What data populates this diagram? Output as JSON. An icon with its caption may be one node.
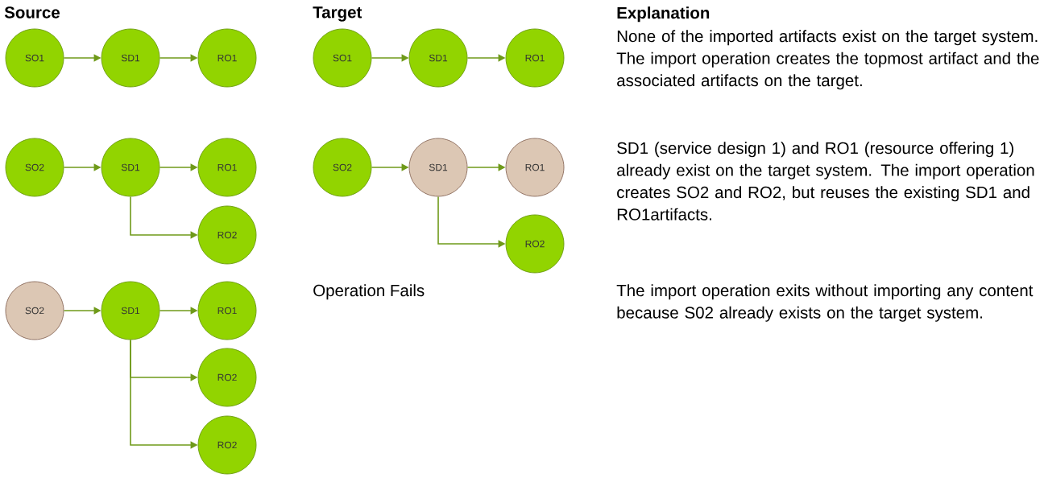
{
  "diagram": {
    "nodes": [
      {
        "text": [
          "SO1"
        ]
      },
      {
        "text": [
          "SD1"
        ]
      },
      {
        "text": [
          "RO1"
        ]
      },
      {
        "text": [
          "SO1"
        ]
      },
      {
        "text": [
          "SD1"
        ]
      },
      {
        "text": [
          "RO1"
        ]
      },
      {
        "text": [
          "SO2"
        ]
      },
      {
        "text": [
          "SD1"
        ]
      },
      {
        "text": [
          "RO1"
        ]
      },
      {
        "text": [
          "RO2"
        ]
      },
      {
        "text": [
          "SO2"
        ]
      },
      {
        "text": [
          "SD1"
        ]
      },
      {
        "text": [
          "RO1"
        ]
      },
      {
        "text": [
          "RO2"
        ]
      },
      {
        "text": [
          "SO2"
        ]
      },
      {
        "text": [
          "SD1"
        ]
      },
      {
        "text": [
          "RO1"
        ]
      },
      {
        "text": [
          "RO2"
        ]
      },
      {
        "text": [
          "RO2"
        ]
      }
    ],
    "edges": [
      {
        "from": 0,
        "to": 1,
        "arrow": "to"
      },
      {
        "from": 1,
        "to": 2,
        "arrow": "to"
      },
      {
        "from": 3,
        "to": 4,
        "arrow": "to"
      },
      {
        "from": 4,
        "to": 5,
        "arrow": "to"
      },
      {
        "from": 6,
        "to": 7,
        "arrow": "to"
      },
      {
        "from": 7,
        "to": 8,
        "arrow": "to"
      },
      {
        "from": 7,
        "to": 9,
        "arrow": "to"
      },
      {
        "from": 10,
        "to": 11,
        "arrow": "to"
      },
      {
        "from": 11,
        "to": 12,
        "arrow": "to"
      },
      {
        "from": 11,
        "to": 13,
        "arrow": "to"
      },
      {
        "from": 14,
        "to": 15,
        "arrow": "to"
      },
      {
        "from": 15,
        "to": 16,
        "arrow": "to"
      },
      {
        "from": 15,
        "to": 17,
        "arrow": "to"
      },
      {
        "from": 15,
        "to": 18,
        "arrow": "to"
      }
    ],
    "labels": [
      "Source",
      "Target",
      "Explanation",
      "None of the imported artifacts exist on the target system. The import operation creates the topmost artifact and the associated artifacts on the target.",
      "SD1 (service design 1) and RO1 (resource offering 1) already exist on the target system. The import operation creates SO2 and RO2, but reuses the existing SD1 and RO1artifacts.",
      "Operation Fails",
      "The import operation exits without importing any content because S02 already exists on the target system."
    ]
  }
}
